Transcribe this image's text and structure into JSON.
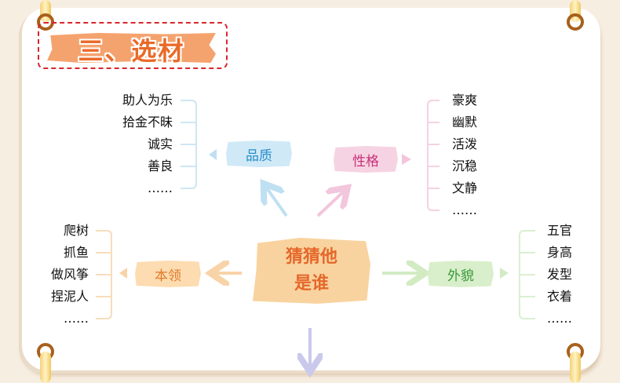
{
  "title": "三、选材",
  "center": "猜猜他\n是谁",
  "branches": {
    "quality": {
      "label": "品质",
      "items": [
        "助人为乐",
        "拾金不昧",
        "诚实",
        "善良",
        "……"
      ],
      "color": "#2a8fc9"
    },
    "personality": {
      "label": "性格",
      "items": [
        "豪爽",
        "幽默",
        "活泼",
        "沉稳",
        "文静",
        "……"
      ],
      "color": "#c8327a"
    },
    "skills": {
      "label": "本领",
      "items": [
        "爬树",
        "抓鱼",
        "做风筝",
        "捏泥人",
        "……"
      ],
      "color": "#e07a2a"
    },
    "appearance": {
      "label": "外貌",
      "items": [
        "五官",
        "身高",
        "发型",
        "衣着",
        "……"
      ],
      "color": "#3a9a3a"
    }
  }
}
